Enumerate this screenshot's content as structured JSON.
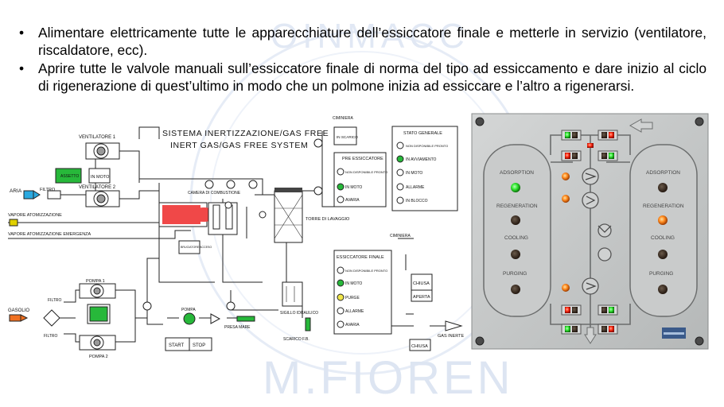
{
  "watermark": {
    "top": "OINMACC",
    "bottom": "M.FIOREN"
  },
  "bullets": [
    {
      "symbol": "•",
      "text": "Alimentare elettricamente tutte le apparecchiature dell’essiccatore finale e metterle in servizio (ventilatore, riscaldatore, ecc)."
    },
    {
      "symbol": "•",
      "text": "Aprire tutte le valvole manuali sull’essiccatore finale di norma del tipo ad essiccamento e dare inizio al ciclo di rigenerazione di quest’ultimo in modo che un polmone inizia ad essiccare e l’altro a rigenerarsi."
    }
  ],
  "schematic": {
    "title_it": "SISTEMA INERTIZZAZIONE/GAS FREE",
    "title_en": "INERT GAS/GAS FREE SYSTEM",
    "ventilatore1": "VENTILATORE 1",
    "ventilatore2": "VENTILATORE 2",
    "assetto": "ASSETTO",
    "in_moto": "IN MOTO",
    "aria": "ARIA",
    "filtro": "FILTRO",
    "vapore_atomizzazione": "VAPORE ATOMIZZAZIONE",
    "vapore_emergenza": "VAPORE ATOMIZZAZIONE EMERGENZA",
    "camera": "CAMERA DI COMBUSTIONE",
    "bruciatore": "BRUCIATORE ACCESO",
    "torre": "TORRE DI LAVAGGIO",
    "ciminiera": "CIMINIERA",
    "in_scarico": "IN SCARICO",
    "pompa1": "POMPA 1",
    "pompa2": "POMPA 2",
    "pompa": "POMPA",
    "gasolio": "GASOLIO",
    "presa_mare": "PRESA MARE",
    "sigillo": "SIGILLO IDRAULICO",
    "scarico": "SCARICO F.B.",
    "start": "START",
    "stop": "STOP",
    "chiusa": "CHIUSA",
    "aperta": "APERTA",
    "gas_inerte": "GAS INERTE",
    "pre_title": "PRE ESSICCATORE",
    "pre_items": [
      "NON DISPONIBILE PRONTO",
      "IN MOTO",
      "AVARIA"
    ],
    "stato_title": "STATO GENERALE",
    "stato_items": [
      "NON DISPONIBILE PRONTO",
      "IN AVVIAMENTO",
      "IN MOTO",
      "ALLARME",
      "IN BLOCCO"
    ],
    "ess_title": "ESSICCATORE FINALE",
    "ess_items": [
      "NON DISPONIBILE PRONTO",
      "IN MOTO",
      "PURGE",
      "ALLARME",
      "AVARIA"
    ]
  },
  "panel": {
    "left_labels": [
      "ADSORPTION",
      "REGENERATION",
      "COOLING",
      "PURGING"
    ],
    "right_labels": [
      "ADSORPTION",
      "REGENERATION",
      "COOLING",
      "PURGING"
    ],
    "colors": {
      "green": "#32e832",
      "red": "#ff2a10",
      "orange": "#ff8a1e",
      "dark": "#3d2c1e",
      "panel": "#c7c9c9"
    }
  }
}
